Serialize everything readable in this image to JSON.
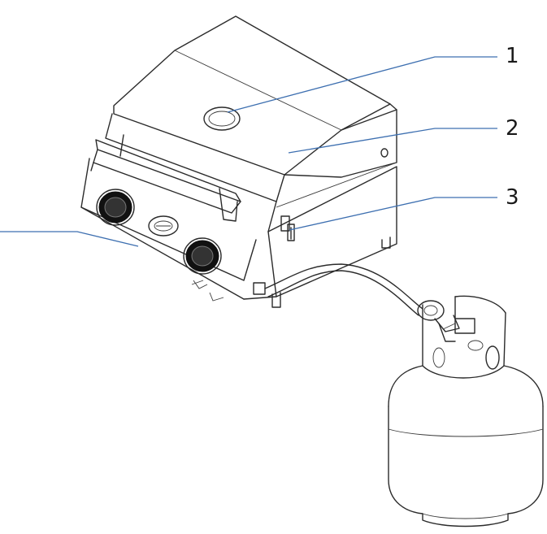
{
  "callouts": {
    "c1": "1",
    "c2": "2",
    "c3": "3"
  },
  "colors": {
    "outline": "#2b2b2b",
    "callout_line": "#3d6fb0",
    "background": "#ffffff"
  }
}
